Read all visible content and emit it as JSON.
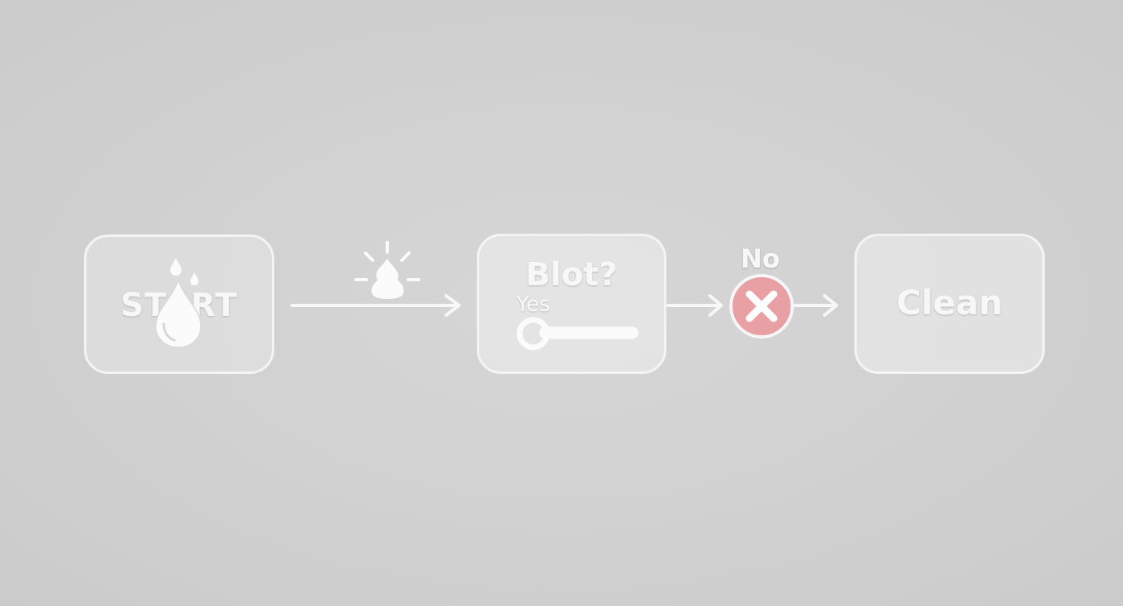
{
  "nodes": {
    "start": {
      "label": "START"
    },
    "blot": {
      "label": "Blot?",
      "yes_label": "Yes"
    },
    "clean": {
      "label": "Clean"
    }
  },
  "edges": {
    "no_label": "No"
  },
  "colors": {
    "background": "#d0d0d0",
    "stroke": "#f4f4f4",
    "reject_fill": "#e9a0a5"
  },
  "icons": [
    "water-drop-icon",
    "stain-icon",
    "magnifier-icon",
    "reject-x-icon"
  ]
}
